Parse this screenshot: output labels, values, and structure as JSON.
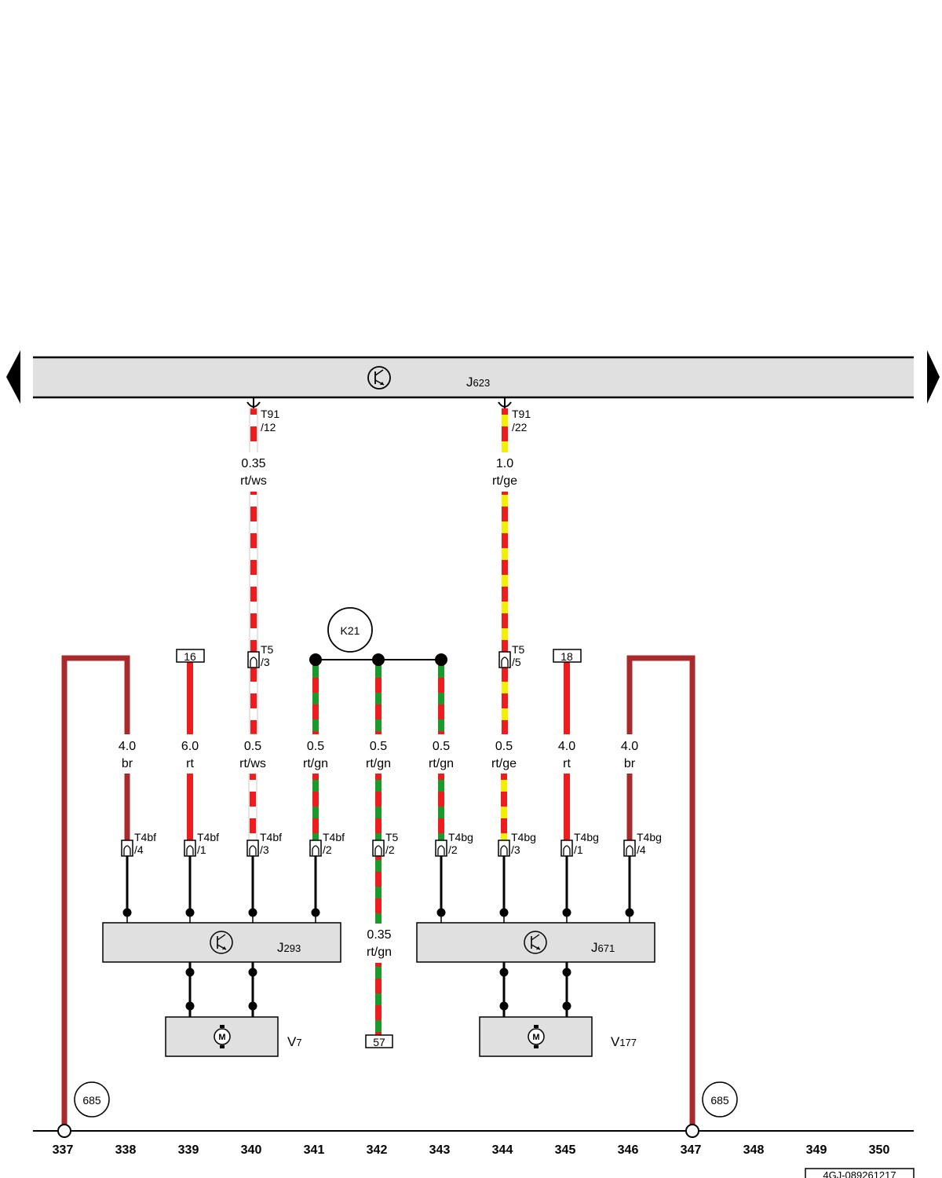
{
  "colors": {
    "rt": "#ee1c1c",
    "ws": "#ffffff",
    "ge": "#f2ef00",
    "gn": "#1a9a2a",
    "br": "#a82a2a",
    "box_fill": "#e0e0e0",
    "stroke": "#000000"
  },
  "icons": {
    "control_unit": "transistor-icon",
    "motor": "motor-m-icon"
  },
  "components": {
    "J623": {
      "letter": "J",
      "number": "623"
    },
    "J293": {
      "letter": "J",
      "number": "293"
    },
    "J671": {
      "letter": "J",
      "number": "671"
    },
    "V7": {
      "letter": "V",
      "number": "7"
    },
    "V177": {
      "letter": "V",
      "number": "177"
    }
  },
  "motor_symbol": "M",
  "k21_label": "K21",
  "ground_refs": [
    "685",
    "685"
  ],
  "wire_refs": [
    "16",
    "18",
    "57"
  ],
  "top_pins": [
    {
      "connector": "T91",
      "pin": "/12"
    },
    {
      "connector": "T91",
      "pin": "/22"
    }
  ],
  "upper_wires": [
    {
      "size": "0.35",
      "color": "rt/ws"
    },
    {
      "size": "1.0",
      "color": "rt/ge"
    }
  ],
  "mid_pins": [
    {
      "connector": "T5",
      "pin": "/3"
    },
    {
      "connector": "T5",
      "pin": "/5"
    }
  ],
  "wires": [
    {
      "size": "4.0",
      "color": "br"
    },
    {
      "size": "6.0",
      "color": "rt"
    },
    {
      "size": "0.5",
      "color": "rt/ws"
    },
    {
      "size": "0.5",
      "color": "rt/gn"
    },
    {
      "size": "0.5",
      "color": "rt/gn"
    },
    {
      "size": "0.5",
      "color": "rt/gn"
    },
    {
      "size": "0.5",
      "color": "rt/ge"
    },
    {
      "size": "4.0",
      "color": "rt"
    },
    {
      "size": "4.0",
      "color": "br"
    }
  ],
  "low_pins": [
    {
      "connector": "T4bf",
      "pin": "/4"
    },
    {
      "connector": "T4bf",
      "pin": "/1"
    },
    {
      "connector": "T4bf",
      "pin": "/3"
    },
    {
      "connector": "T4bf",
      "pin": "/2"
    },
    {
      "connector": "T5",
      "pin": "/2"
    },
    {
      "connector": "T4bg",
      "pin": "/2"
    },
    {
      "connector": "T4bg",
      "pin": "/3"
    },
    {
      "connector": "T4bg",
      "pin": "/1"
    },
    {
      "connector": "T4bg",
      "pin": "/4"
    }
  ],
  "lower_wire": {
    "size": "0.35",
    "color": "rt/gn"
  },
  "grid_numbers": [
    "337",
    "338",
    "339",
    "340",
    "341",
    "342",
    "343",
    "344",
    "345",
    "346",
    "347",
    "348",
    "349",
    "350"
  ],
  "doc_id": "4GJ-089261217"
}
